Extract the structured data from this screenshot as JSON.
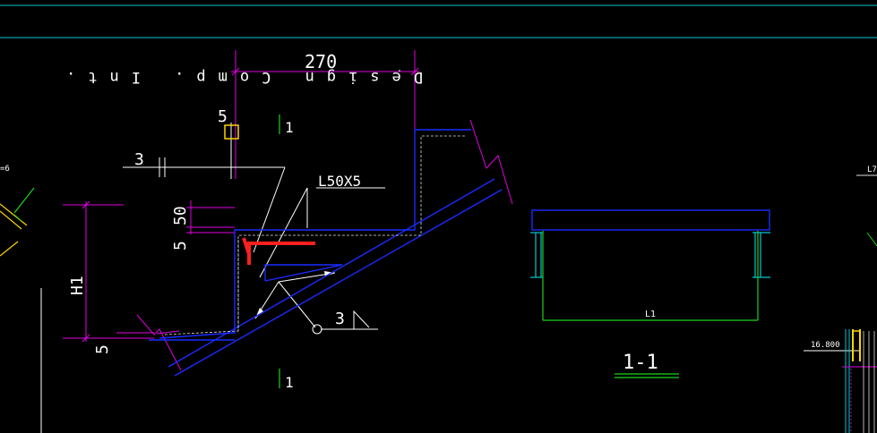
{
  "drawing": {
    "dim_width": "270",
    "dim_small_5_top": "5",
    "dim_small_5_mid": "5",
    "dim_small_5_bottom": "5",
    "dim_50": "50",
    "dim_h1": "H1",
    "dim_3_top": "3",
    "dim_3_weld": "3",
    "angle_label": "L50X5",
    "section_mark_top": "1",
    "section_mark_bottom": "1",
    "section_title": "1-1",
    "span_label": "L1",
    "elevation_label": "16.800",
    "left_edge_label": "=6",
    "right_edge_label": "L7",
    "rotated_note": "Design Comp. Int."
  },
  "colors": {
    "background": "#000000",
    "cyan": "#00c8d2",
    "magenta": "#e000e0",
    "white": "#ffffff",
    "blue": "#1a2cff",
    "green": "#1ed21e",
    "red": "#ff2020",
    "yellow": "#ffd400"
  }
}
